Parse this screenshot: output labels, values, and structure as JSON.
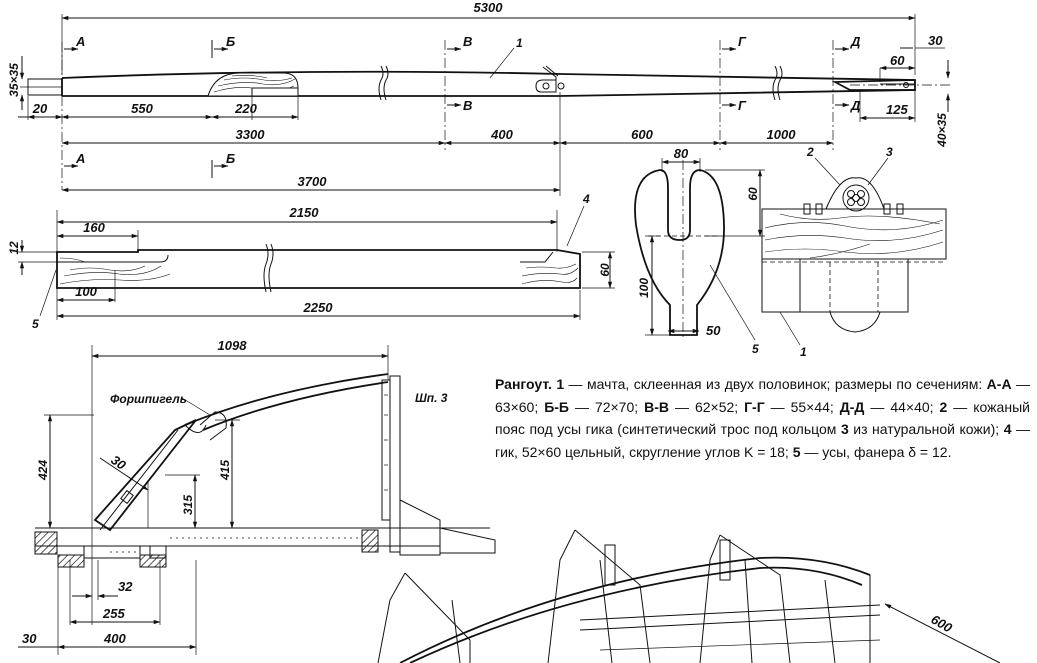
{
  "mast": {
    "part_label": "1",
    "dims": {
      "total": "5300",
      "d_35x35": "35×35",
      "d_20": "20",
      "d_550": "550",
      "d_220": "220",
      "d_3300": "3300",
      "d_400": "400",
      "d_600": "600",
      "d_1000": "1000",
      "d_3700": "3700",
      "d_30": "30",
      "d_60": "60",
      "d_125": "125",
      "d_40x35": "40×35"
    },
    "sections": {
      "a": "А",
      "b": "Б",
      "v": "В",
      "g": "Г",
      "d": "Д"
    }
  },
  "boom": {
    "dims": {
      "d_2150": "2150",
      "d_160": "160",
      "d_12": "12",
      "d_100": "100",
      "d_60": "60",
      "d_2250": "2250"
    },
    "part_labels": {
      "jaw": "5",
      "boom": "4"
    }
  },
  "jaw_detail": {
    "dims": {
      "d_80": "80",
      "d_60": "60",
      "d_100": "100",
      "d_50": "50"
    },
    "part_label": "5"
  },
  "collar_detail": {
    "part_labels": {
      "belt": "2",
      "ring": "3",
      "mast": "1"
    }
  },
  "forshpigel": {
    "title": "Форшпигель",
    "frame_label": "Шп. 3",
    "dims": {
      "d_1098": "1098",
      "d_424": "424",
      "d_415": "415",
      "d_315": "315",
      "d_30a": "30",
      "d_32": "32",
      "d_255": "255",
      "d_30b": "30",
      "d_400": "400"
    }
  },
  "hull": {
    "dims": {
      "d_600": "600"
    }
  },
  "caption": {
    "lead": "Рангоут.",
    "items": [
      {
        "num": "1",
        "text": " — мачта, склеенная из двух половинок; размеры по сечениям: "
      },
      {
        "num": "А-А",
        "text": " — 63×60; "
      },
      {
        "num": "Б-Б",
        "text": " — 72×70; "
      },
      {
        "num": "В-В",
        "text": " — 62×52; "
      },
      {
        "num": "Г-Г",
        "text": " — 55×44; "
      },
      {
        "num": "Д-Д",
        "text": " — 44×40; "
      },
      {
        "num": "2",
        "text": " — кожаный пояс под усы гика (синтетический трос под кольцом "
      },
      {
        "num": "3",
        "text": " из натуральной кожи); "
      },
      {
        "num": "4",
        "text": " — гик, 52×60 цельный, скругление углов K = 18; "
      },
      {
        "num": "5",
        "text": " — усы, фанера δ = 12."
      }
    ]
  }
}
